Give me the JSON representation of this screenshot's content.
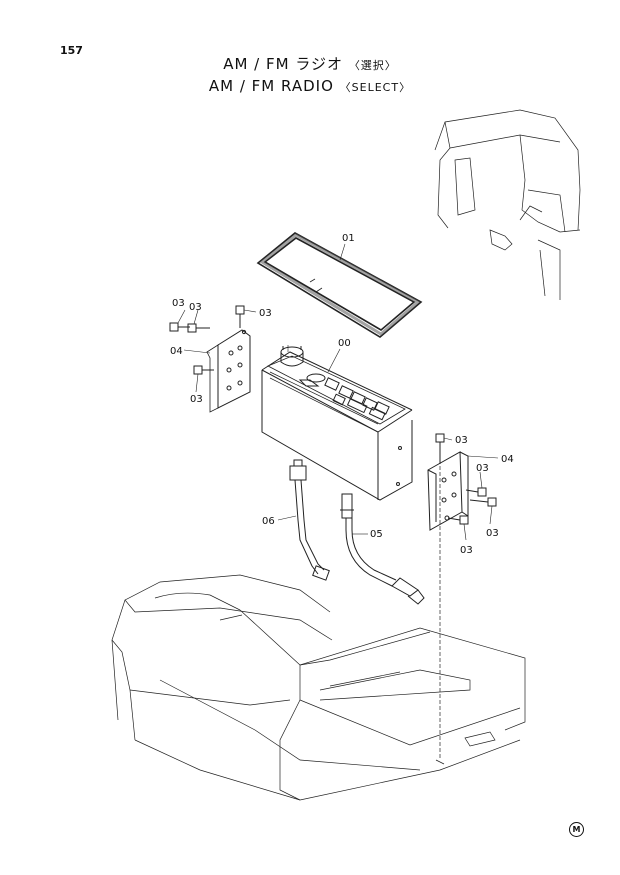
{
  "page_number": "157",
  "title_line1": {
    "main": "AM / FM ラジオ",
    "sub": "〈選択〉"
  },
  "title_line2": {
    "main": "AM / FM  RADIO",
    "sub": "〈SELECT〉"
  },
  "callouts": {
    "c01": "01",
    "c00": "00",
    "c03a": "03",
    "c03b": "03",
    "c03c": "03",
    "c04a": "04",
    "c03d": "03",
    "c03e": "03",
    "c04b": "04",
    "c03f": "03",
    "c03g": "03",
    "c03h": "03",
    "c06": "06",
    "c05": "05"
  },
  "corner_mark": "M"
}
